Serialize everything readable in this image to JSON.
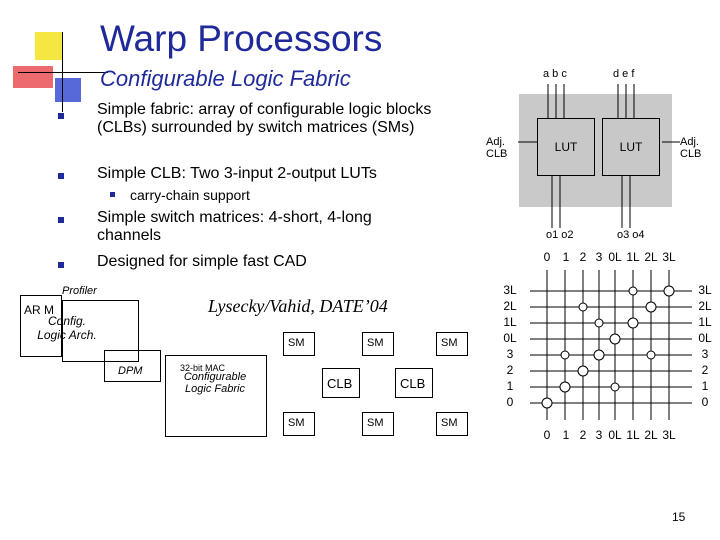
{
  "slide": {
    "title": "Warp Processors",
    "subtitle": "Configurable Logic Fabric",
    "bullets": [
      "Simple fabric: array of configurable logic blocks (CLBs) surrounded by switch matrices (SMs)",
      "Simple CLB: Two 3-input 2-output LUTs",
      "Simple switch matrices: 4-short, 4-long channels",
      "Designed for simple fast CAD"
    ],
    "subbullet": "carry-chain support",
    "citation": "Lysecky/Vahid, DATE’04",
    "page_number": "15"
  },
  "clb_diagram": {
    "inputs_left": "a b c",
    "inputs_right": "d e f",
    "lut_label": "LUT",
    "adj_left": "Adj. CLB",
    "adj_right": "Adj. CLB",
    "outputs_left": "o1 o2",
    "outputs_right": "o3 o4"
  },
  "switch_matrix": {
    "top_labels": [
      "0",
      "1",
      "2",
      "3",
      "0L",
      "1L",
      "2L",
      "3L"
    ],
    "bottom_labels": [
      "0",
      "1",
      "2",
      "3",
      "0L",
      "1L",
      "2L",
      "3L"
    ],
    "left_labels": [
      "3L",
      "2L",
      "1L",
      "0L",
      "3",
      "2",
      "1",
      "0"
    ],
    "right_labels": [
      "3L",
      "2L",
      "1L",
      "0L",
      "3",
      "2",
      "1",
      "0"
    ]
  },
  "system_diagram": {
    "profiler": "Profiler",
    "arm": "AR M",
    "config_logic": "Config. Logic Arch.",
    "dpm": "DPM",
    "mac": "32-bit MAC",
    "fabric": "Configurable Logic Fabric",
    "sm": "SM",
    "clb": "CLB"
  },
  "colors": {
    "title": "#1f2a9a",
    "logo_yellow": "#f5e642",
    "logo_red": "#e8454a",
    "logo_blue": "#3a4fd0",
    "clb_gray": "#c9c9c9"
  }
}
